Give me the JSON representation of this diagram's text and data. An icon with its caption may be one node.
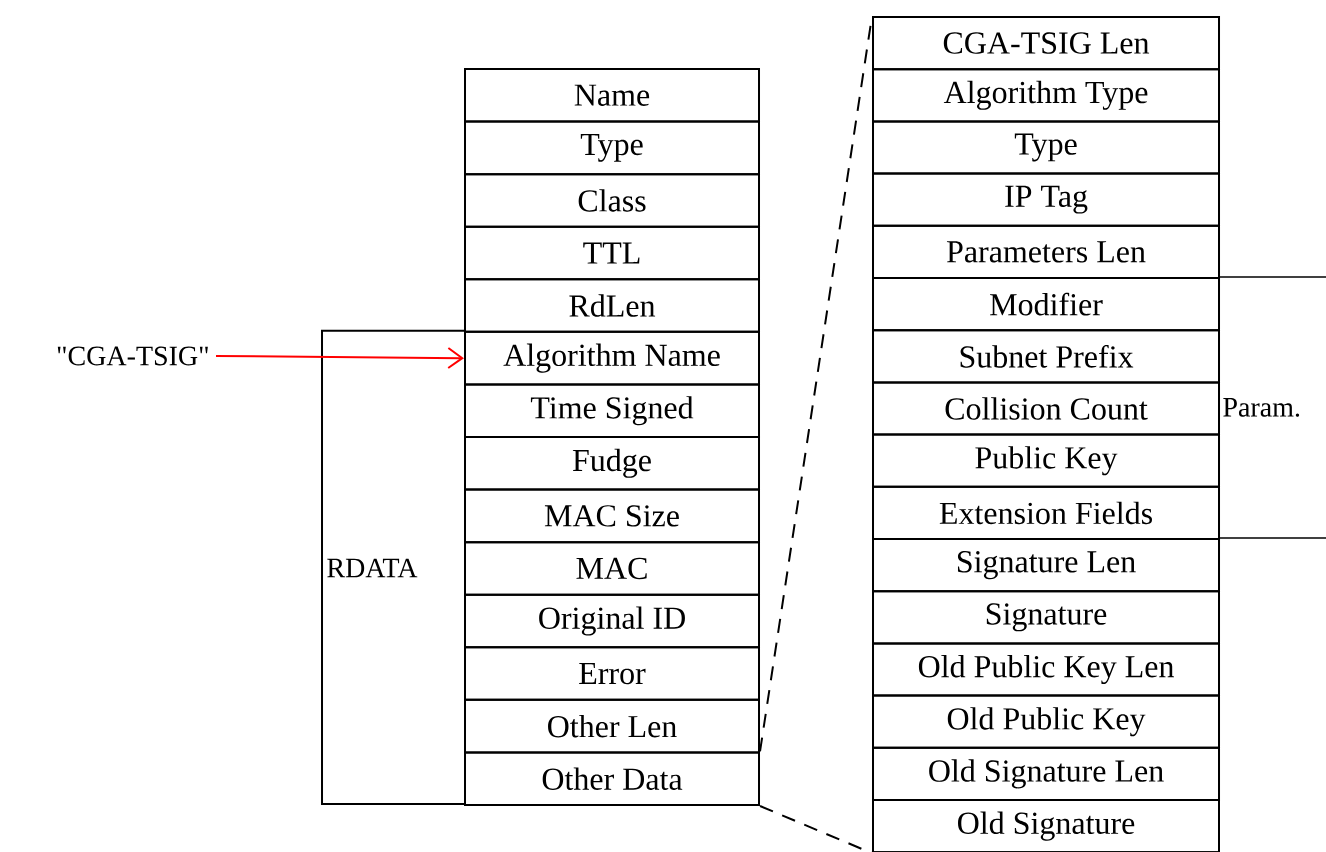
{
  "diagram": {
    "nodes": [
      {
        "text": [
          "Name"
        ]
      },
      {
        "text": [
          "Type"
        ]
      },
      {
        "text": [
          "Class"
        ]
      },
      {
        "text": [
          "TTL"
        ]
      },
      {
        "text": [
          "RdLen"
        ]
      },
      {
        "text": [
          "Algorithm Name"
        ]
      },
      {
        "text": [
          "Time Signed"
        ]
      },
      {
        "text": [
          "Fudge"
        ]
      },
      {
        "text": [
          "MAC Size"
        ]
      },
      {
        "text": [
          "MAC"
        ]
      },
      {
        "text": [
          "Original ID"
        ]
      },
      {
        "text": [
          "Error"
        ]
      },
      {
        "text": [
          "Other Len"
        ]
      },
      {
        "text": [
          "Other Data"
        ]
      },
      {
        "text": [
          "\"CGA-TSIG\""
        ]
      },
      {
        "text": [],
        "shape": "box"
      },
      {
        "text": [
          "CGA-TSIG Len"
        ],
        "in": 15
      },
      {
        "text": [
          "Algorithm Type"
        ],
        "in": 15
      },
      {
        "text": [
          "Type"
        ],
        "in": 15
      },
      {
        "text": [
          "IP Tag"
        ],
        "in": 15
      },
      {
        "text": [
          "Parameters Len"
        ],
        "in": 15
      },
      {
        "text": [
          "Modifier"
        ],
        "in": 15
      },
      {
        "text": [
          "Subnet Prefix"
        ],
        "in": 15
      },
      {
        "text": [
          "Collision Count"
        ],
        "in": 15
      },
      {
        "text": [
          "Public Key"
        ],
        "in": 15
      },
      {
        "text": [
          "Extension Fields"
        ],
        "in": 15
      },
      {
        "text": [
          "Signature Len"
        ],
        "in": 15
      },
      {
        "text": [
          "Signature"
        ],
        "in": 15
      },
      {
        "text": [
          "Old Public Key Len"
        ],
        "in": 15
      },
      {
        "text": [
          "Old Public Key"
        ],
        "in": 15
      },
      {
        "text": [
          "Old Signature Len"
        ],
        "in": 15
      },
      {
        "text": [
          "Old Signature"
        ],
        "in": 15
      }
    ],
    "edges": [
      {
        "from": 14,
        "to": 5,
        "arrow": "to",
        "color": "#ff0000"
      },
      {
        "from": 13,
        "to": 15,
        "arrow": "none",
        "style": "dashed"
      },
      {
        "from": 13,
        "to": 15,
        "arrow": "none",
        "style": "dashed"
      }
    ],
    "labels": [
      "RDATA",
      "Param."
    ]
  }
}
